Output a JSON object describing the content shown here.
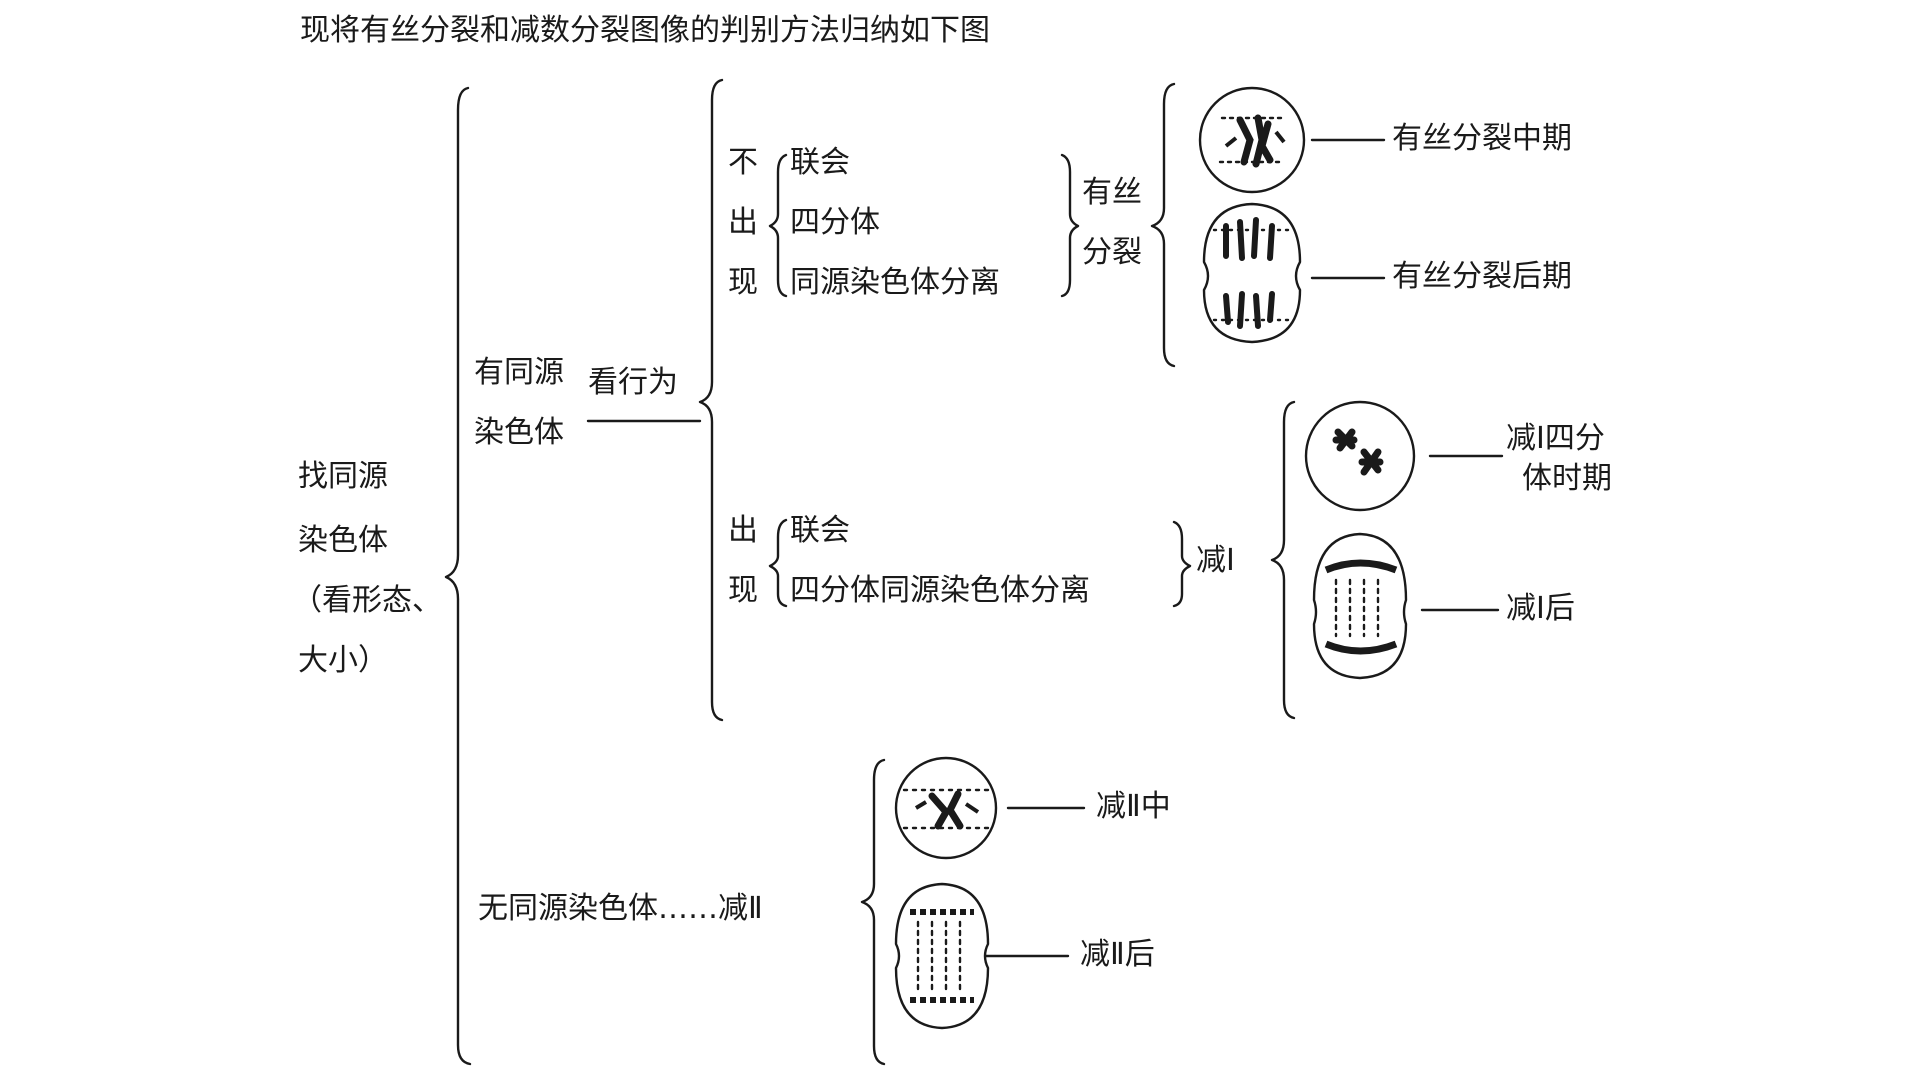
{
  "title": "现将有丝分裂和减数分裂图像的判别方法归纳如下图",
  "root": {
    "line1": "找同源",
    "line2": "染色体",
    "line3": "（看形态、",
    "line4": "大小）"
  },
  "has_homolog": {
    "line1": "有同源",
    "line2": "染色体",
    "look": "看行为"
  },
  "not_appear": {
    "label": [
      "不",
      "出",
      "现"
    ],
    "items": [
      "联会",
      "四分体",
      "同源染色体分离"
    ],
    "result_line1": "有丝",
    "result_line2": "分裂"
  },
  "appear": {
    "label": [
      "出",
      "现"
    ],
    "items": [
      "联会",
      "四分体同源染色体分离"
    ],
    "result": "减Ⅰ"
  },
  "no_homolog": {
    "text": "无同源染色体……减Ⅱ"
  },
  "stages": {
    "mitosis_meta": "有丝分裂中期",
    "mitosis_ana": "有丝分裂后期",
    "mei1_tetrad_line1": "减Ⅰ四分",
    "mei1_tetrad_line2": "体时期",
    "mei1_ana": "减Ⅰ后",
    "mei2_meta": "减Ⅱ中",
    "mei2_ana": "减Ⅱ后"
  }
}
